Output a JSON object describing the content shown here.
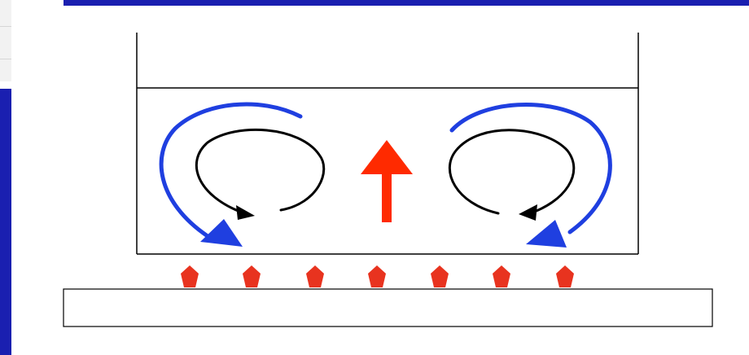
{
  "diagram": {
    "colors": {
      "accent_bar": "#1a1fb0",
      "outer_convection": "#1f3fe0",
      "inner_circulation": "#000000",
      "upward_flow": "#ff2a00",
      "heat_source": "#e8331f",
      "outline": "#000000"
    },
    "elements": {
      "container": "open-top-beaker",
      "liquid": "liquid-layer",
      "heat_plate": "hot-plate",
      "upward_arrow": "up-arrow-icon",
      "flames_count": 7
    }
  }
}
